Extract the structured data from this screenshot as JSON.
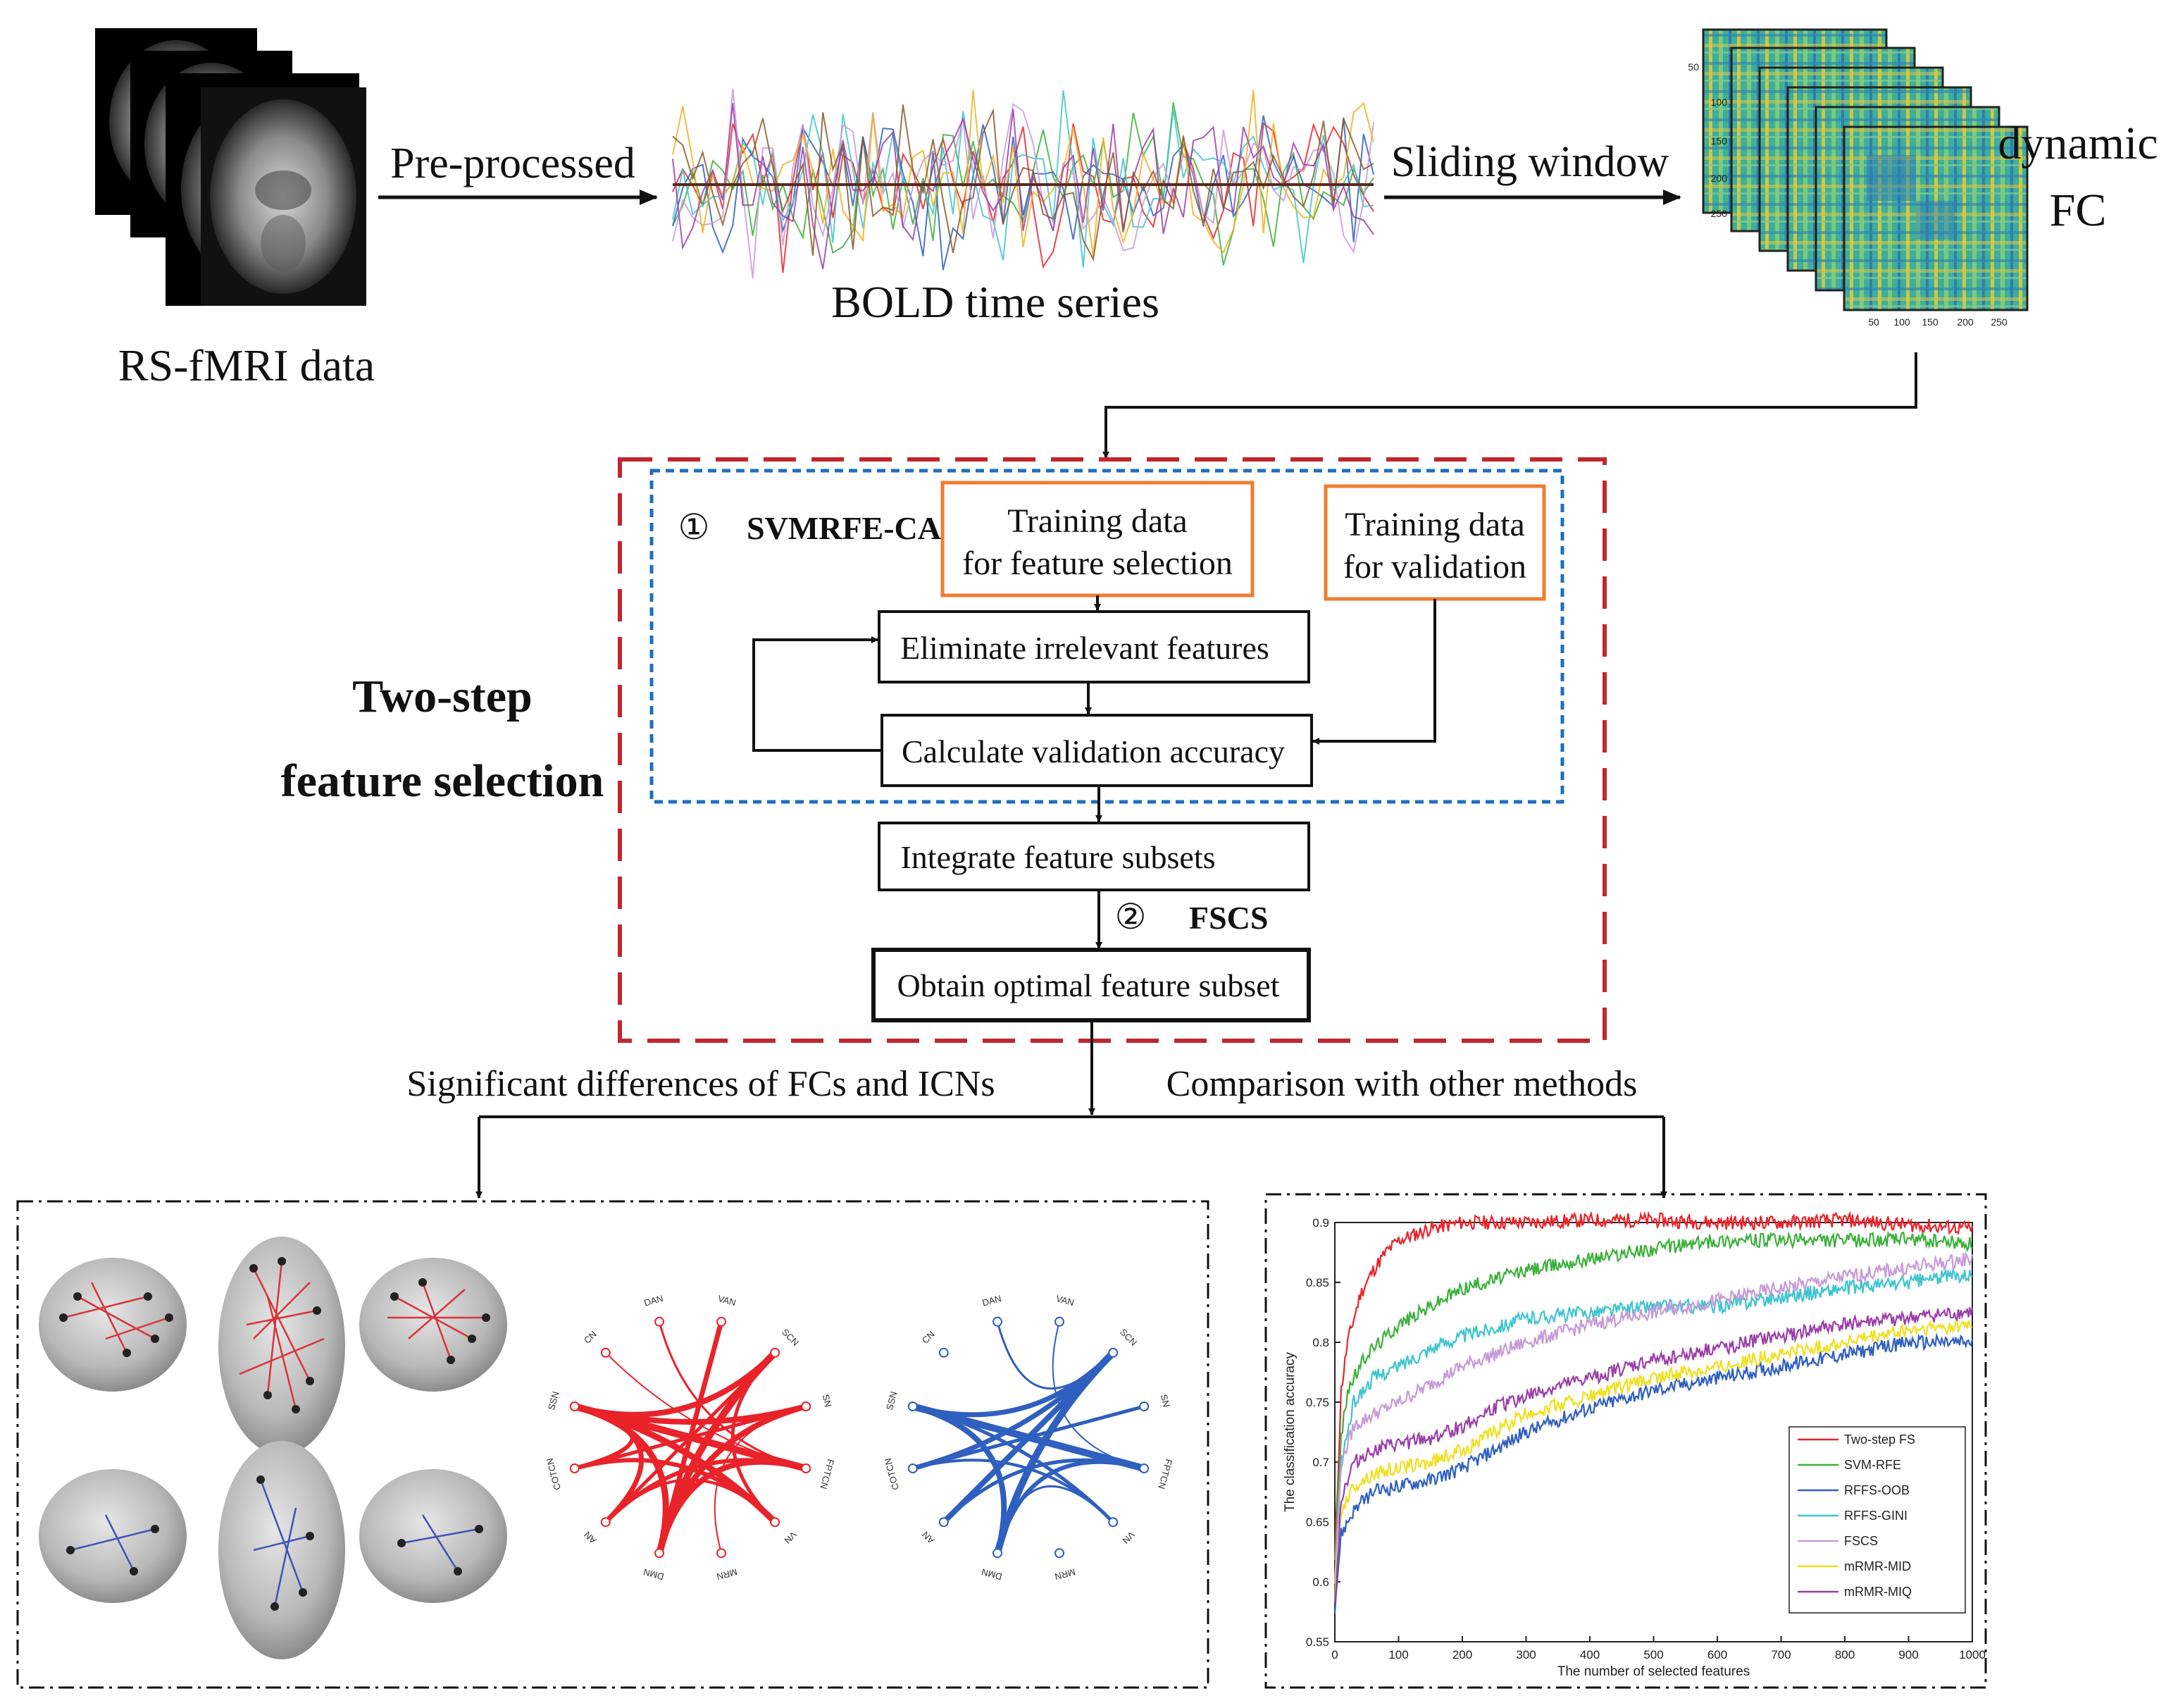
{
  "pipeline": {
    "input_label": "RS-fMRI data",
    "step1_label": "Pre-processed",
    "bold_label": "BOLD time series",
    "step2_label": "Sliding window",
    "dfc_label_line1": "dynamic",
    "dfc_label_line2": "FC",
    "matrix_ticks_y": [
      "50",
      "100",
      "150",
      "200",
      "250"
    ],
    "matrix_ticks_x": [
      "50",
      "100",
      "150",
      "200",
      "250"
    ]
  },
  "feature_selection": {
    "title_line1": "Two-step",
    "title_line2": "feature selection",
    "step1_marker": "①",
    "step1_name": "SVMRFE-CA",
    "train_fs_line1": "Training data",
    "train_fs_line2": "for feature selection",
    "train_val_line1": "Training data",
    "train_val_line2": "for validation",
    "eliminate_label": "Eliminate irrelevant features",
    "calc_label": "Calculate validation accuracy",
    "integrate_label": "Integrate feature subsets",
    "step2_marker": "②",
    "step2_name": "FSCS",
    "optimal_label": "Obtain optimal feature subset",
    "colors": {
      "outer_dash": "#c0272d",
      "inner_dash": "#1f6fbf",
      "orange": "#ef7d31"
    }
  },
  "outputs": {
    "left_label": "Significant differences of FCs and ICNs",
    "right_label": "Comparison with other methods",
    "network_nodes": [
      "VAN",
      "SCN",
      "SN",
      "FPTCN",
      "VN",
      "MRN",
      "DMN",
      "AN",
      "COTCN",
      "SSN",
      "CN",
      "DAN"
    ]
  },
  "chart_data": {
    "type": "line",
    "title": "",
    "xlabel": "The number of selected features",
    "ylabel": "The classification accuracy",
    "xlim": [
      0,
      1000
    ],
    "ylim": [
      0.55,
      0.9
    ],
    "xticks": [
      0,
      100,
      200,
      300,
      400,
      500,
      600,
      700,
      800,
      900,
      1000
    ],
    "yticks": [
      0.55,
      0.6,
      0.65,
      0.7,
      0.75,
      0.8,
      0.85,
      0.9
    ],
    "legend_position": "bottom-right",
    "grid": false,
    "series": [
      {
        "name": "Two-step FS",
        "color": "#e8232a",
        "x": [
          0,
          10,
          20,
          40,
          60,
          80,
          100,
          150,
          200,
          300,
          400,
          500,
          600,
          700,
          800,
          900,
          1000
        ],
        "y": [
          0.62,
          0.76,
          0.8,
          0.84,
          0.86,
          0.875,
          0.885,
          0.895,
          0.9,
          0.9,
          0.902,
          0.902,
          0.9,
          0.9,
          0.902,
          0.898,
          0.895
        ]
      },
      {
        "name": "SVM-RFE",
        "color": "#3bb03b",
        "x": [
          0,
          10,
          20,
          50,
          100,
          150,
          200,
          300,
          400,
          500,
          600,
          700,
          800,
          900,
          1000
        ],
        "y": [
          0.62,
          0.72,
          0.76,
          0.79,
          0.815,
          0.83,
          0.845,
          0.86,
          0.87,
          0.878,
          0.885,
          0.885,
          0.885,
          0.886,
          0.882
        ]
      },
      {
        "name": "RFFS-OOB",
        "color": "#2f5fbf",
        "x": [
          0,
          10,
          30,
          60,
          100,
          150,
          200,
          250,
          300,
          400,
          500,
          600,
          700,
          800,
          900,
          1000
        ],
        "y": [
          0.58,
          0.64,
          0.66,
          0.675,
          0.68,
          0.685,
          0.695,
          0.71,
          0.725,
          0.745,
          0.76,
          0.77,
          0.78,
          0.79,
          0.8,
          0.8
        ]
      },
      {
        "name": "RFFS-GINI",
        "color": "#3fc4d0",
        "x": [
          0,
          10,
          30,
          60,
          100,
          150,
          200,
          300,
          400,
          500,
          600,
          700,
          800,
          900,
          1000
        ],
        "y": [
          0.6,
          0.7,
          0.75,
          0.77,
          0.78,
          0.795,
          0.805,
          0.82,
          0.825,
          0.83,
          0.83,
          0.838,
          0.845,
          0.85,
          0.858
        ]
      },
      {
        "name": "FSCS",
        "color": "#c89ad8",
        "x": [
          0,
          10,
          30,
          60,
          100,
          150,
          200,
          300,
          400,
          500,
          600,
          700,
          800,
          900,
          1000
        ],
        "y": [
          0.6,
          0.7,
          0.73,
          0.74,
          0.75,
          0.765,
          0.78,
          0.8,
          0.815,
          0.825,
          0.835,
          0.845,
          0.855,
          0.862,
          0.87
        ]
      },
      {
        "name": "mRMR-MID",
        "color": "#f0e020",
        "x": [
          0,
          10,
          30,
          60,
          100,
          150,
          200,
          250,
          300,
          400,
          500,
          600,
          700,
          800,
          900,
          1000
        ],
        "y": [
          0.59,
          0.66,
          0.68,
          0.69,
          0.695,
          0.7,
          0.71,
          0.725,
          0.74,
          0.755,
          0.77,
          0.78,
          0.79,
          0.8,
          0.81,
          0.815
        ]
      },
      {
        "name": "mRMR-MIQ",
        "color": "#9b3ea8",
        "x": [
          0,
          10,
          30,
          60,
          100,
          150,
          200,
          250,
          300,
          400,
          500,
          600,
          700,
          800,
          900,
          1000
        ],
        "y": [
          0.58,
          0.67,
          0.7,
          0.71,
          0.715,
          0.72,
          0.73,
          0.745,
          0.755,
          0.77,
          0.785,
          0.795,
          0.805,
          0.815,
          0.82,
          0.825
        ]
      }
    ]
  }
}
